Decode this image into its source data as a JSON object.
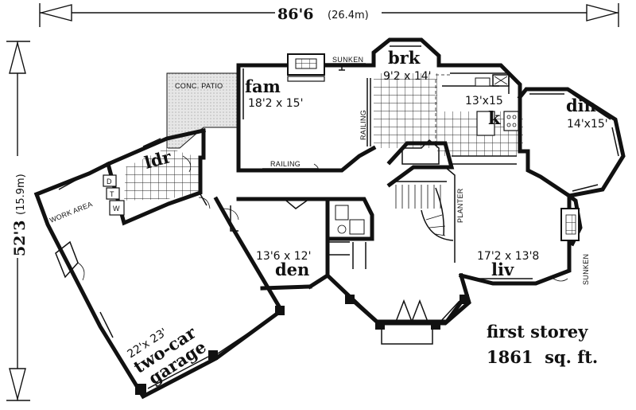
{
  "dimensions": {
    "width_label": "86'6",
    "width_metric": "(26.4m)",
    "depth_label": "52'3",
    "depth_metric": "(15.9m)"
  },
  "rooms": {
    "fam": {
      "name": "fam",
      "size": "18'2 x 15'"
    },
    "brk": {
      "name": "brk",
      "size": "9'2 x 14'"
    },
    "k": {
      "name": "k",
      "size": "13'x15"
    },
    "din": {
      "name": "din",
      "size": "14'x15'"
    },
    "ldr": {
      "name": "ldr"
    },
    "den": {
      "name": "den",
      "size": "13'6 x 12'"
    },
    "liv": {
      "name": "liv",
      "size": "17'2 x 13'8"
    },
    "garage": {
      "size": "22'x 23'",
      "name_line1": "two-car",
      "name_line2": "garage"
    }
  },
  "labels": {
    "patio": "CONC. PATIO",
    "sunken_top": "SUNKEN",
    "sunken_liv": "SUNKEN",
    "railing_vertical": "RAILING",
    "railing_bottom": "RAILING",
    "planter": "PLANTER",
    "work_area": "WORK AREA",
    "laundry_d": "D",
    "laundry_t": "T",
    "laundry_w": "W"
  },
  "caption": {
    "line1": "first storey",
    "line2": "1861  sq. ft."
  }
}
